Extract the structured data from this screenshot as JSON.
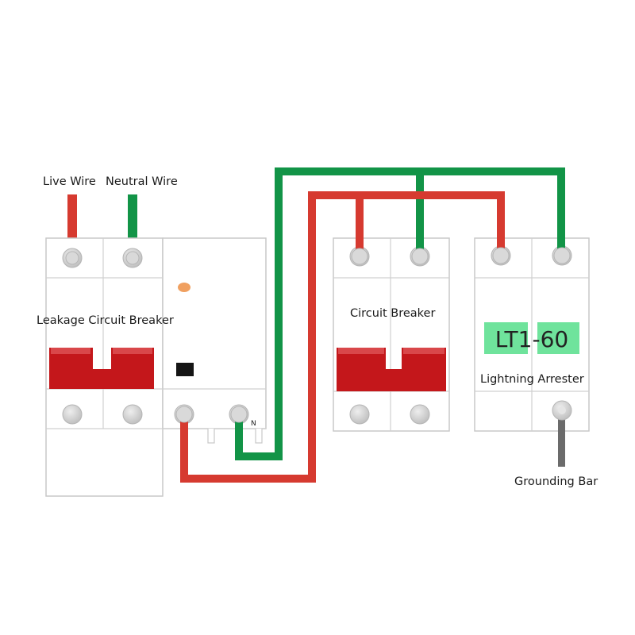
{
  "labels": {
    "live_wire": "Live Wire",
    "neutral_wire": "Neutral Wire",
    "leakage_breaker": "Leakage Circuit Breaker",
    "circuit_breaker": "Circuit Breaker",
    "lightning_arrester": "Lightning Arrester",
    "grounding_bar": "Grounding Bar",
    "arrester_model": "LT1-60",
    "neutral_terminal": "N"
  },
  "colors": {
    "live_wire": "#d63a30",
    "neutral_wire": "#129447",
    "breaker_handle": "#c4171b",
    "ground_wire": "#6b6b6b",
    "model_badge": "#6fe39c",
    "module_border": "#c9c9c9",
    "terminal": "#d4d4d4"
  }
}
